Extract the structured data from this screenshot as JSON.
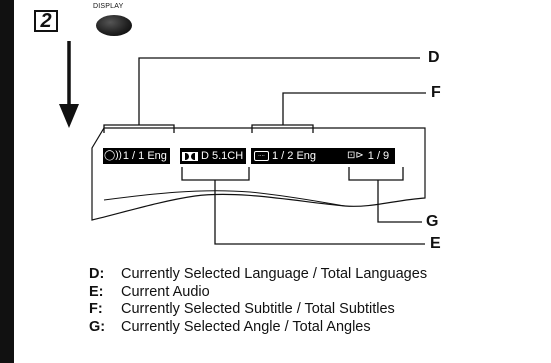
{
  "step": {
    "number": "2",
    "button_label": "DISPLAY"
  },
  "osd": {
    "audio_value": "1 / 1 Eng",
    "dolby_value": "D 5.1CH",
    "subtitle_value": "1 / 2 Eng",
    "angle_value": "1 / 9"
  },
  "callouts": {
    "d": "D",
    "f": "F",
    "g": "G",
    "e": "E"
  },
  "legend": [
    {
      "key": "D:",
      "text": "Currently Selected Language / Total Languages"
    },
    {
      "key": "E:",
      "text": "Current Audio"
    },
    {
      "key": "F:",
      "text": "Currently Selected Subtitle / Total Subtitles"
    },
    {
      "key": "G:",
      "text": "Currently Selected Angle / Total Angles"
    }
  ]
}
